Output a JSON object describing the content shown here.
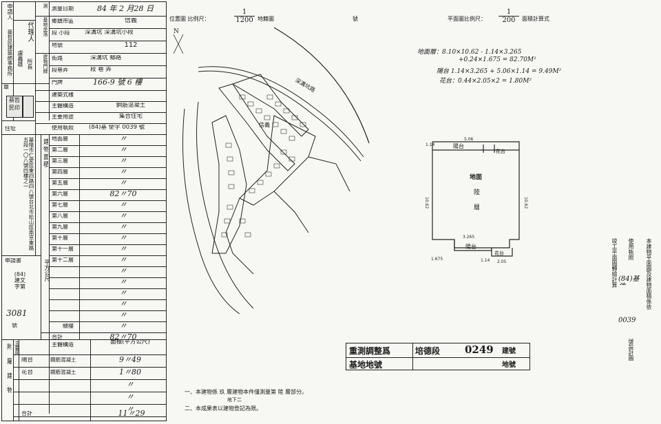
{
  "left": {
    "applicant_label": "申請人",
    "agent_label": "代理人",
    "agent_name": "蔡哲民建築師事務所",
    "agent_person": "盧義雄",
    "agent_role": "所長",
    "survey_date_label": "測量日期",
    "survey_date_value": "84 年 2 月28 日",
    "township_label": "鄉鎮市區",
    "township_value": "信義",
    "section_label": "段 小段",
    "section_value": "深溝坑 深溝坑小段",
    "lot_label": "地號",
    "lot_value": "112",
    "street_label": "街路",
    "street_value": "深溝坑 鄉路",
    "lane_label": "段巷弄",
    "lane_value": "段 巷 弄",
    "door_label": "門牌",
    "door_value": "166-9 號 6 樓",
    "building_style_label": "建築式樣",
    "main_structure_label": "主體構造",
    "main_structure_value": "鋼筋混凝土",
    "main_use_label": "主要用途",
    "main_use_value": "集合住宅",
    "license_label": "使用執照",
    "license_value": "(84)基 使字 0039 號",
    "address_label": "住址",
    "address_value": "基隆市仁愛區東四路四八號台北市松山區南京東路五段一〇八號四樓之一",
    "floors_label": "建物面積",
    "floors": [
      {
        "label": "地面層",
        "value": "〃"
      },
      {
        "label": "第二層",
        "value": "〃"
      },
      {
        "label": "第三層",
        "value": "〃"
      },
      {
        "label": "第四層",
        "value": "〃"
      },
      {
        "label": "第五層",
        "value": "〃"
      },
      {
        "label": "第六層",
        "value": "82〃70"
      },
      {
        "label": "第七層",
        "value": "〃"
      },
      {
        "label": "第八層",
        "value": "〃"
      },
      {
        "label": "第九層",
        "value": "〃"
      },
      {
        "label": "第十層",
        "value": "〃"
      },
      {
        "label": "第十一層",
        "value": "〃"
      },
      {
        "label": "第十二層",
        "value": "〃"
      }
    ],
    "blank_rows_values": [
      "〃",
      "〃",
      "〃",
      "〃",
      "〃"
    ],
    "sqm_label": "平方公尺",
    "annex_label": "騎樓",
    "annex_value": "〃",
    "total_label": "合計",
    "total_value": "82〃70",
    "application_label": "申請書",
    "application_value": "(84)建文字第3081號",
    "application_no": "3081",
    "auxiliary_label": "附屬建物",
    "main_use_col": "主要用途",
    "structure_col": "主體構造",
    "area_col": "面積(平方公尺)",
    "auxiliary": [
      {
        "use": "陽台",
        "structure": "鋼筋混凝土",
        "area": "9〃49"
      },
      {
        "use": "花台",
        "structure": "鋼筋混凝土",
        "area": "1〃80"
      },
      {
        "use": "",
        "structure": "",
        "area": "〃"
      },
      {
        "use": "",
        "structure": "",
        "area": "〃"
      },
      {
        "use": "",
        "structure": "",
        "area": "〃"
      }
    ],
    "aux_total_label": "合計",
    "aux_total_value": "11〃29",
    "stamp_text": "蔡哲民印"
  },
  "header": {
    "location_map_label": "位置圖 比例尺：",
    "location_scale_num": "1",
    "location_scale_den": "1200",
    "cadastral_label": "地籍圖",
    "sheet_label": "號",
    "plan_scale_label": "平面圖比例尺：",
    "plan_scale_num": "1",
    "plan_scale_den": "200",
    "area_calc_label": "面積計算式"
  },
  "map": {
    "north_label": "N",
    "road_label": "深溝坑路",
    "parcel_label": "信義"
  },
  "calc": {
    "line1": "地面層：8.10×10.62 - 1.14×3.265",
    "line2": "+0.24×1.675 = 82.70M²",
    "line3": "陽台 1.14×3.265 + 5.06×1.14 = 9.49M²",
    "line4": "花台：0.44×2.05×2 = 1.80M²"
  },
  "plan": {
    "balcony_top": "陽台",
    "flower_top": "花台",
    "room_line1": "地面",
    "room_line2": "陸",
    "room_line3": "層",
    "balcony_bottom": "陽台",
    "flower_bottom": "花台",
    "dim_top": "5.06",
    "dim_left": "10.62",
    "dim_right": "10.62",
    "dim_bottom": "3.265",
    "dim_bottom_left": "1.675",
    "dim_bottom_right": "2.05",
    "dim_topleft": "1.14",
    "dim_bottom_mid": "1.14"
  },
  "side_note": {
    "col1": "本建物平面圖及建物面積係依",
    "col2": "使用執照",
    "col3": "竣工平面圖轉繪計算",
    "license": "(84)基使",
    "number": "0039",
    "col4": "號設計圖"
  },
  "lot_box": {
    "row1_label": "重測調整爲",
    "row1_section": "培德段",
    "row1_number": "0249",
    "row1_suffix": "建號",
    "row2_label": "基地地號",
    "row2_suffix": "地號"
  },
  "notes": {
    "note1": "一、本建物係 玖 層建物本件僅測量第 陸 層部分。",
    "note1_sub": "地下二",
    "note2": "二、本成果表以建物登記為限。"
  }
}
